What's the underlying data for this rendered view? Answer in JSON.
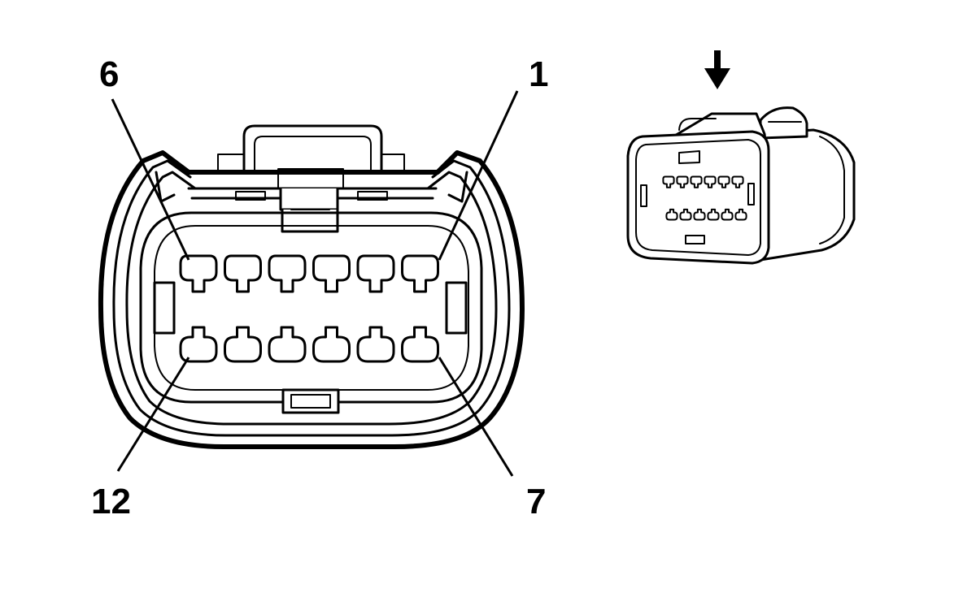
{
  "labels": {
    "pin_top_left": "6",
    "pin_top_right": "1",
    "pin_bottom_left": "12",
    "pin_bottom_right": "7"
  },
  "connector": {
    "pin_count": 12,
    "rows": 2,
    "pins_per_row": 6
  },
  "icons": {
    "view_direction": "down-arrow-icon"
  },
  "colors": {
    "stroke": "#000000",
    "background": "#ffffff"
  }
}
